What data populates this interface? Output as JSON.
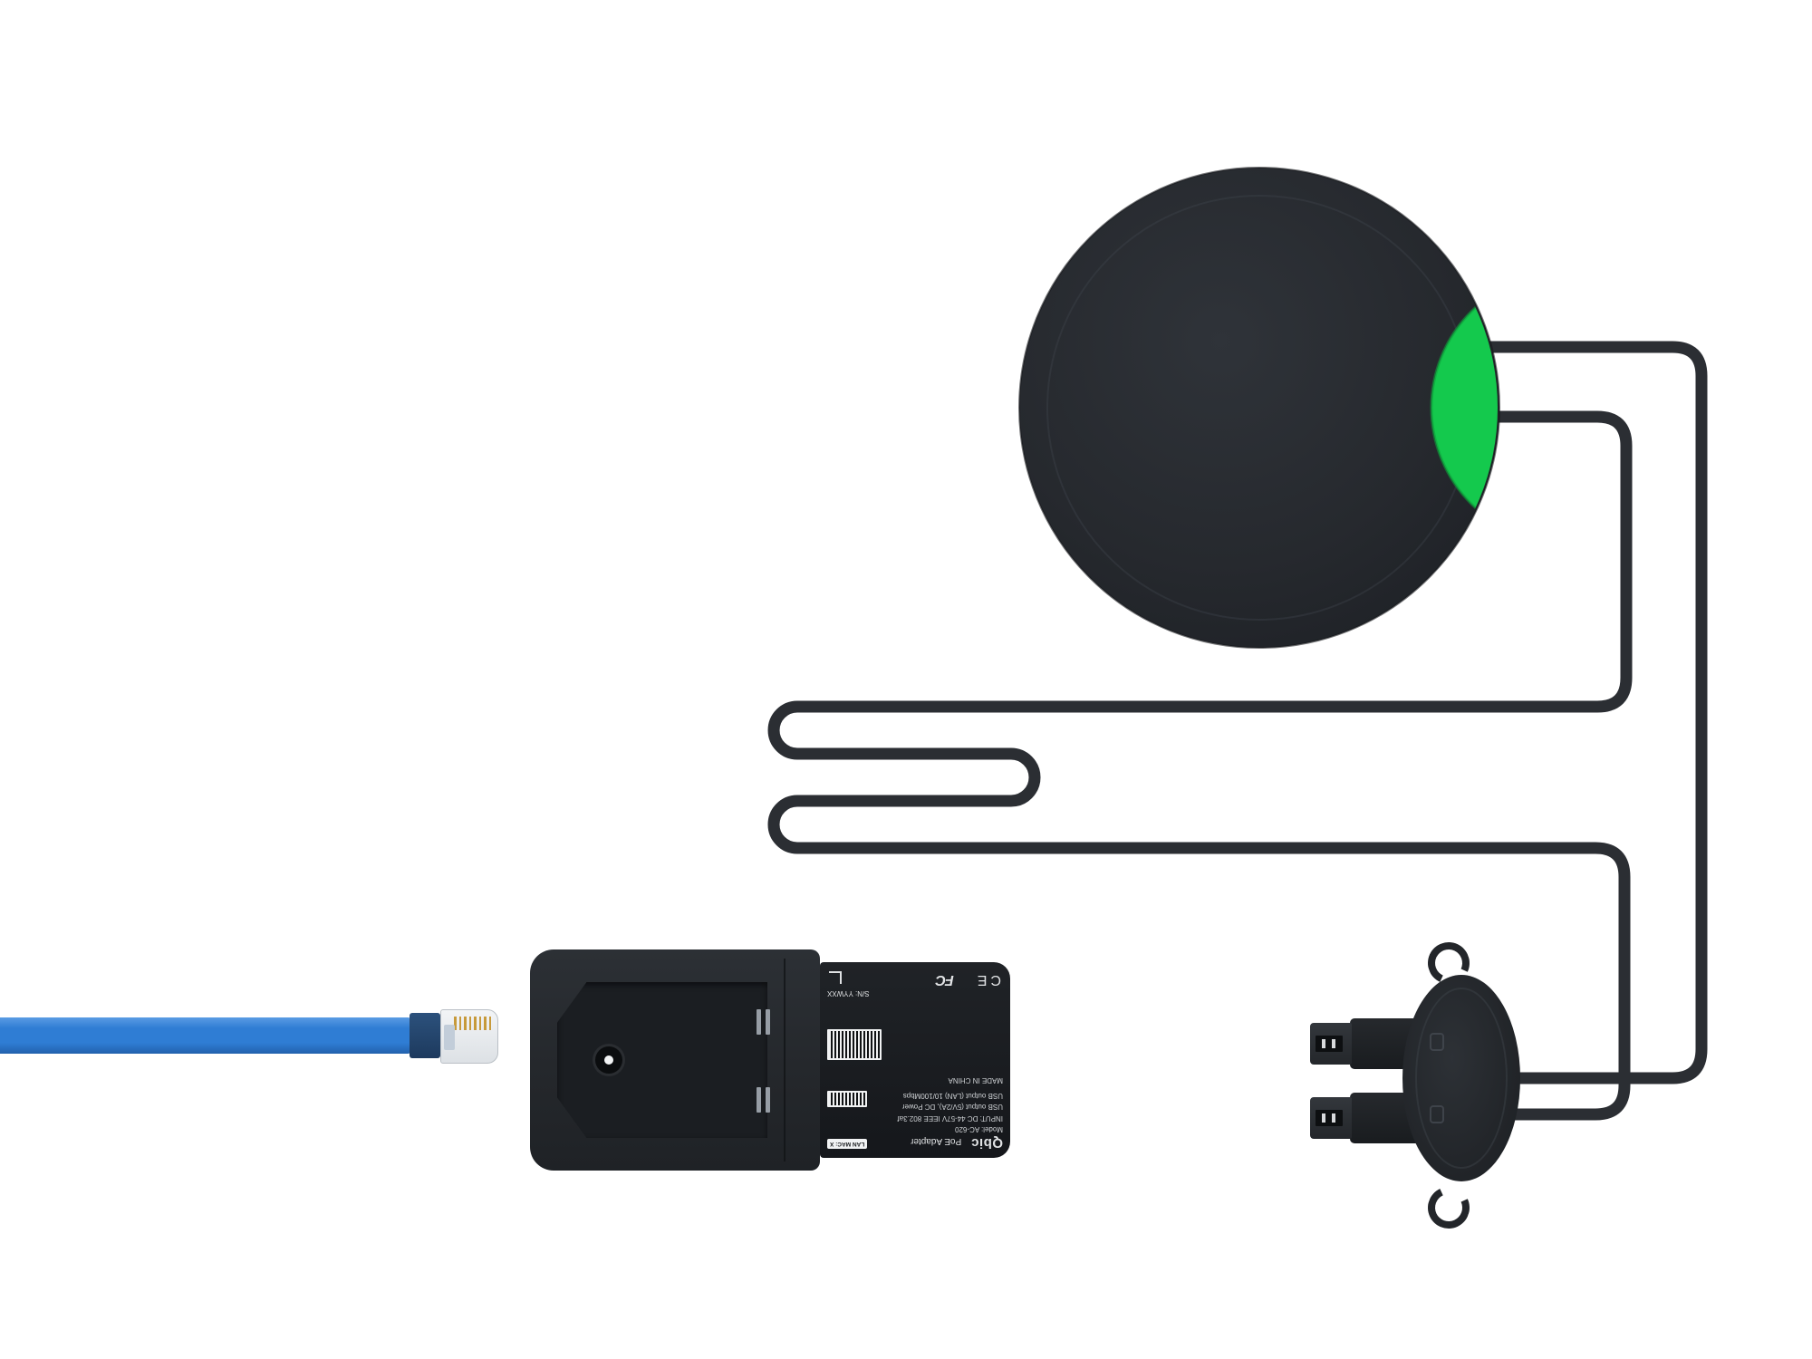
{
  "scene": {
    "background_color": "#ffffff"
  },
  "puck_device": {
    "body_color": "#26292e",
    "indicator_color": "#14c94d",
    "cable_color": "#2b2e33"
  },
  "poe_adapter": {
    "label": {
      "brand": "Qbic",
      "product_name": "PoE Adapter",
      "model": "Model: AC-620",
      "input_spec": "INPUT: DC 44-57V IEEE 802.3af",
      "usb_power_spec": "USB output (5V/2A), DC Power",
      "usb_lan_spec": "USB output (LAN)  10/100Mbps",
      "made_in": "MADE IN CHINA",
      "serial_number": "S/N: YYWXX",
      "lan_mac": "LAN MAC: X",
      "ce_mark": "CE",
      "fcc_mark": "FC"
    }
  },
  "ethernet_cable": {
    "color": "#2f7dd4",
    "connector": "RJ45"
  }
}
